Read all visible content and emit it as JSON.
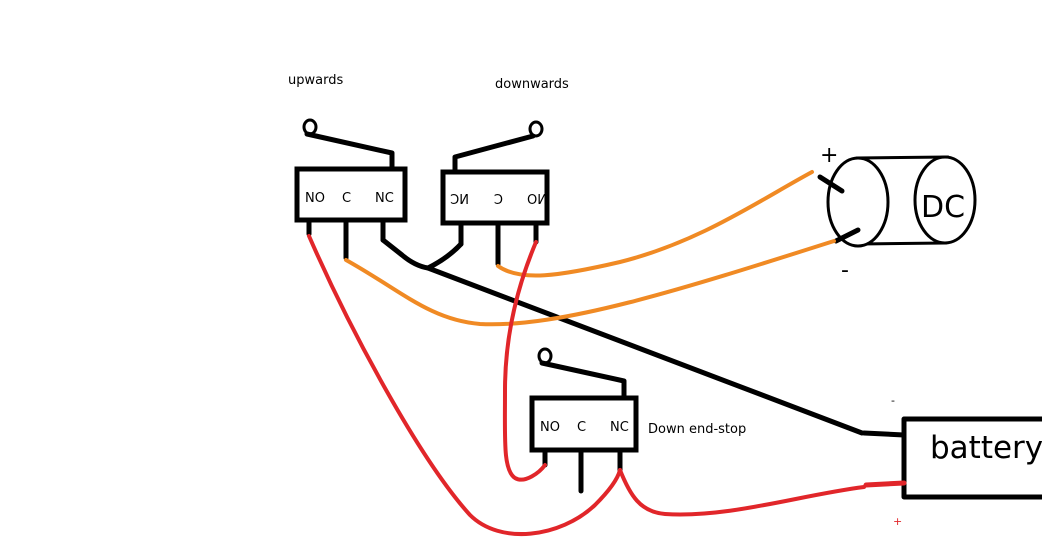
{
  "colors": {
    "wire_black": "#000000",
    "wire_red": "#e1262a",
    "wire_orange": "#f08a24"
  },
  "labels": {
    "upwards": "upwards",
    "downwards": "downwards",
    "down_end_stop": "Down end-stop",
    "motor": "DC",
    "battery": "battery",
    "motor_plus": "+",
    "motor_minus": "-",
    "battery_minus": "-",
    "battery_plus": "+"
  },
  "switches": {
    "upwards": {
      "no": "NO",
      "c": "C",
      "nc": "NC"
    },
    "downwards": {
      "no": "NO",
      "c": "C",
      "nc": "NC"
    },
    "end_stop": {
      "no": "NO",
      "c": "C",
      "nc": "NC"
    }
  }
}
